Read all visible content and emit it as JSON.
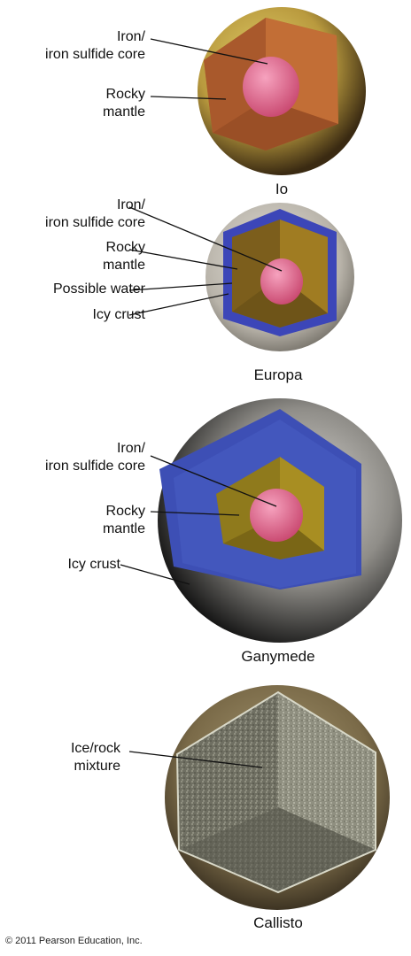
{
  "moons": [
    {
      "name": "Io",
      "labels": [
        "Iron/",
        "iron sulfide core",
        "Rocky",
        "mantle"
      ]
    },
    {
      "name": "Europa",
      "labels": [
        "Iron/",
        "iron sulfide core",
        "Rocky",
        "mantle",
        "Possible water",
        "Icy crust"
      ]
    },
    {
      "name": "Ganymede",
      "labels": [
        "Iron/",
        "iron sulfide core",
        "Rocky",
        "mantle",
        "Icy crust"
      ]
    },
    {
      "name": "Callisto",
      "labels": [
        "Ice/rock",
        "mixture"
      ]
    }
  ],
  "copyright": "© 2011 Pearson Education, Inc.",
  "colors": {
    "core": "#e0608c",
    "io_mantle": "#a85a30",
    "io_surface": "#c8b04a",
    "europa_mantle": "#8a6a20",
    "europa_water": "#3c46b8",
    "europa_surface": "#c8c8c8",
    "ganymede_mantle": "#8f7a1c",
    "ganymede_ice": "#3d4fb5",
    "ganymede_surface": "#9a9a9a",
    "callisto_mix": "#7a7a6a",
    "callisto_surface": "#7a6a48"
  }
}
